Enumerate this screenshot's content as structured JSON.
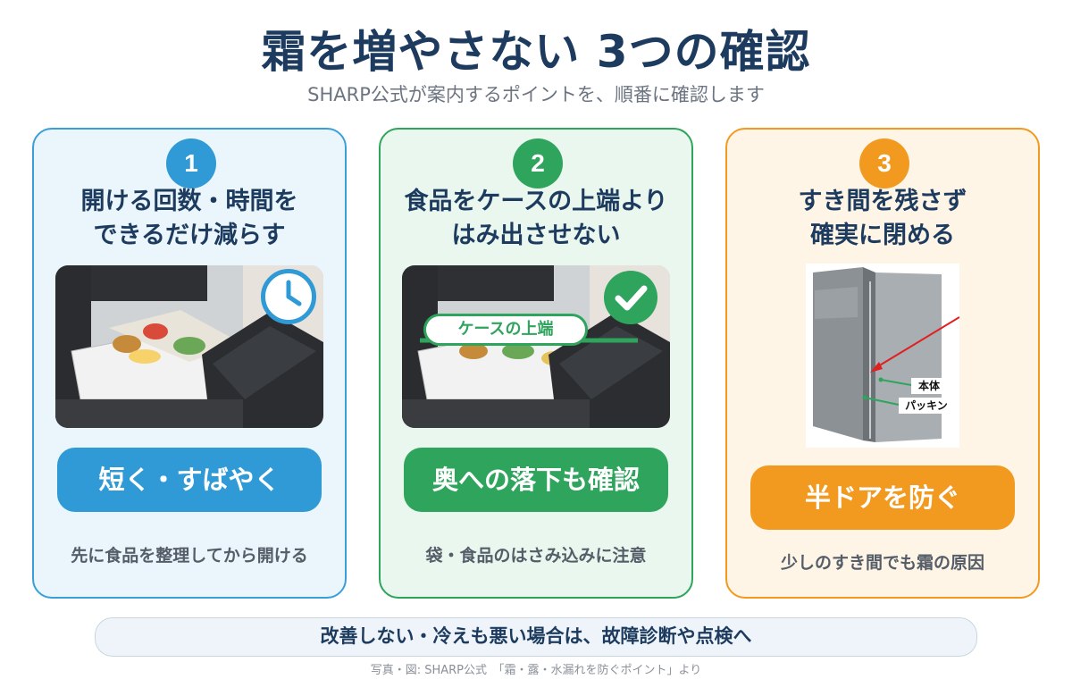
{
  "header": {
    "title": "霜を増やさない 3つの確認",
    "subtitle": "SHARP公式が案内するポイントを、順番に確認します"
  },
  "cards": [
    {
      "number": "1",
      "title_line1": "開ける回数・時間を",
      "title_line2": "できるだけ減らす",
      "pill": "短く・すばやく",
      "note": "先に食品を整理してから開ける",
      "icon": "clock-icon",
      "color": "#2f9ad6"
    },
    {
      "number": "2",
      "title_line1": "食品をケースの上端より",
      "title_line2": "はみ出させない",
      "photo_label": "ケースの上端",
      "pill": "奥への落下も確認",
      "note": "袋・食品のはさみ込みに注意",
      "icon": "check-icon",
      "color": "#2fa45c"
    },
    {
      "number": "3",
      "title_line1": "すき間を残さず",
      "title_line2": "確実に閉める",
      "diagram_label_body": "本体",
      "diagram_label_gasket": "パッキン",
      "pill": "半ドアを防ぐ",
      "note": "少しのすき間でも霜の原因",
      "color": "#f29a20"
    }
  ],
  "footer": {
    "banner": "改善しない・冷えも悪い場合は、故障診断や点検へ",
    "credit": "写真・図:  SHARP公式　「霜・露・水漏れを防ぐポイント」より"
  }
}
